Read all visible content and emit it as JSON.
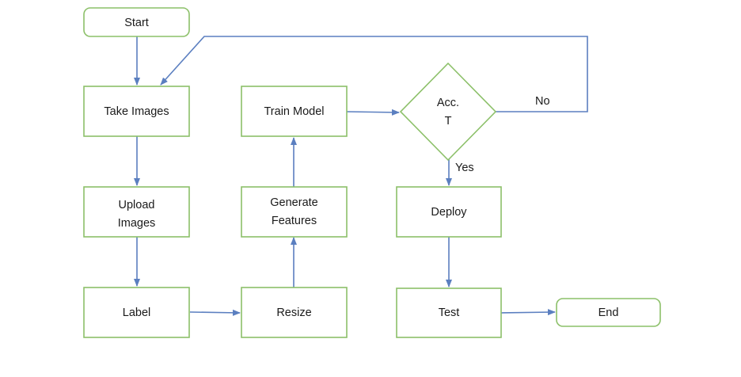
{
  "colors": {
    "node_border": "#8cc069",
    "edge": "#5b7fc0",
    "text": "#1a1a1a",
    "background": "#ffffff"
  },
  "nodes": {
    "start": {
      "label": "Start"
    },
    "take_images": {
      "label": "Take Images"
    },
    "upload_images": {
      "label_line1": "Upload",
      "label_line2": "Images"
    },
    "label": {
      "label": "Label"
    },
    "resize": {
      "label": "Resize"
    },
    "generate_features": {
      "label_line1": "Generate",
      "label_line2": "Features"
    },
    "train_model": {
      "label": "Train Model"
    },
    "accuracy_decision": {
      "label_line1": "Acc.",
      "label_line2": "T"
    },
    "deploy": {
      "label": "Deploy"
    },
    "test": {
      "label": "Test"
    },
    "end": {
      "label": "End"
    }
  },
  "edges": {
    "yes_label": "Yes",
    "no_label": "No"
  }
}
